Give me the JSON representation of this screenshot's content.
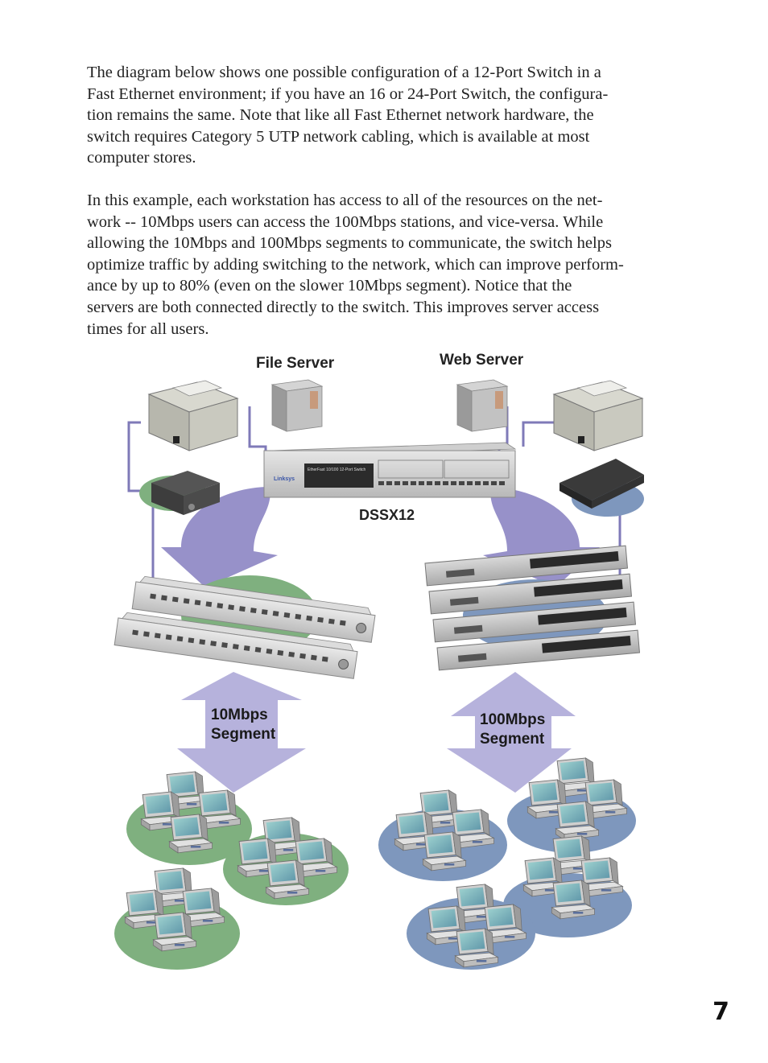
{
  "paragraphs": {
    "p1_l1": "The diagram below shows one possible configuration of a 12-Port Switch in a",
    "p1_l2": "Fast Ethernet environment; if you have an 16 or 24-Port Switch, the configura-",
    "p1_l3": "tion remains the same. Note that like all Fast Ethernet network hardware, the",
    "p1_l4": "switch requires Category 5 UTP network cabling, which is available at most",
    "p1_l5": "computer stores.",
    "p2_l1": "In this example, each workstation has access to all of the resources on the net-",
    "p2_l2": "work -- 10Mbps users can access the 100Mbps stations, and vice-versa.  While",
    "p2_l3": "allowing the 10Mbps and 100Mbps segments to communicate, the switch helps",
    "p2_l4": "optimize traffic by adding switching to the network, which can improve perform-",
    "p2_l5": "ance by up to  80% (even on the slower 10Mbps segment). Notice that the",
    "p2_l6": "servers are both connected directly to the switch. This improves server access",
    "p2_l7": "times for all users."
  },
  "diagram": {
    "file_server": "File Server",
    "web_server": "Web Server",
    "switch_model": "DSSX12",
    "switch_face_text": "EtherFast 10/100 12-Port Switch",
    "brand": "Linksys",
    "left_segment_l1": "10Mbps",
    "left_segment_l2": "Segment",
    "right_segment_l1": "100Mbps",
    "right_segment_l2": "Segment"
  },
  "page_number": "7",
  "colors": {
    "arrow": "#8e88c4",
    "arrow_light": "#b6b2dc",
    "cable": "#7f7ab8",
    "green_group": "#7fb07f",
    "blue_group": "#7e97bd"
  }
}
